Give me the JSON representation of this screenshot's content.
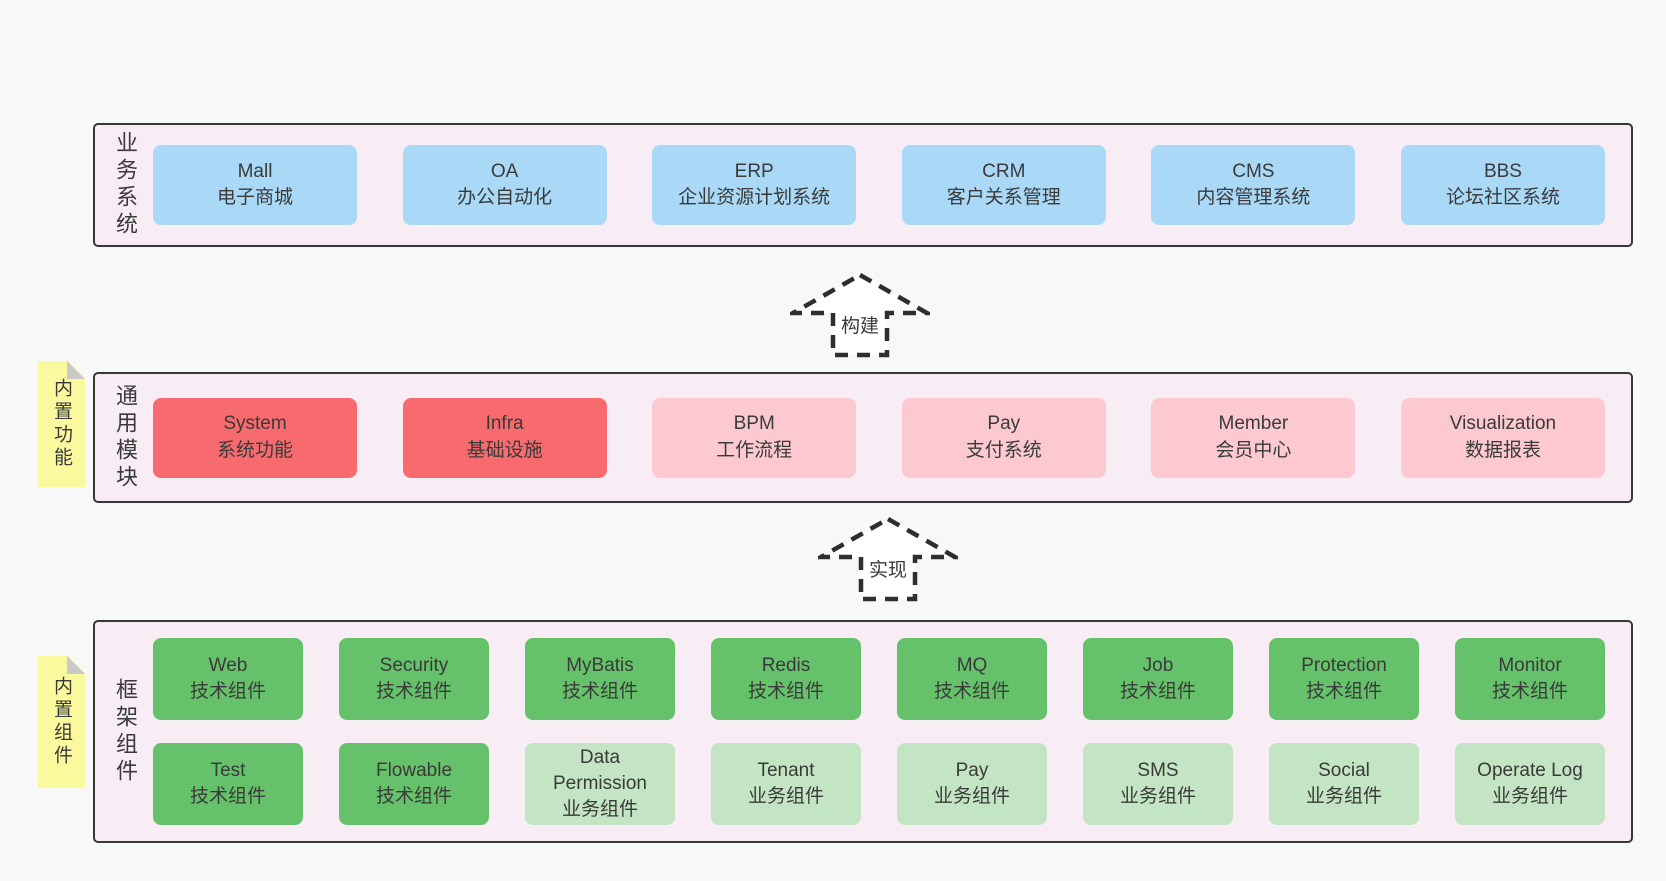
{
  "colors": {
    "canvas_bg": "#f8f8f8",
    "panel_bg": "#f8ecf5",
    "panel_border": "#383838",
    "box_blue": "#a9d9f7",
    "box_red": "#f76b6f",
    "box_pink": "#fdc9d1",
    "box_green": "#66c26a",
    "box_green_light": "#c3e5c3",
    "note_yellow": "#fbf99d",
    "note_fold": "#c9c9c9",
    "text": "#3a3a3a",
    "arrow": "#2e2e2e"
  },
  "layers": {
    "business": {
      "label": "业务系统",
      "boxes": [
        {
          "en": "Mall",
          "zh": "电子商城"
        },
        {
          "en": "OA",
          "zh": "办公自动化"
        },
        {
          "en": "ERP",
          "zh": "企业资源计划系统"
        },
        {
          "en": "CRM",
          "zh": "客户关系管理"
        },
        {
          "en": "CMS",
          "zh": "内容管理系统"
        },
        {
          "en": "BBS",
          "zh": "论坛社区系统"
        }
      ]
    },
    "common": {
      "label": "通用模块",
      "note": "内置功能",
      "boxes": [
        {
          "en": "System",
          "zh": "系统功能"
        },
        {
          "en": "Infra",
          "zh": "基础设施"
        },
        {
          "en": "BPM",
          "zh": "工作流程"
        },
        {
          "en": "Pay",
          "zh": "支付系统"
        },
        {
          "en": "Member",
          "zh": "会员中心"
        },
        {
          "en": "Visualization",
          "zh": "数据报表"
        }
      ]
    },
    "framework": {
      "label": "框架组件",
      "note": "内置组件",
      "boxes": [
        {
          "en": "Web",
          "zh": "技术组件"
        },
        {
          "en": "Security",
          "zh": "技术组件"
        },
        {
          "en": "MyBatis",
          "zh": "技术组件"
        },
        {
          "en": "Redis",
          "zh": "技术组件"
        },
        {
          "en": "MQ",
          "zh": "技术组件"
        },
        {
          "en": "Job",
          "zh": "技术组件"
        },
        {
          "en": "Protection",
          "zh": "技术组件"
        },
        {
          "en": "Monitor",
          "zh": "技术组件"
        },
        {
          "en": "Test",
          "zh": "技术组件"
        },
        {
          "en": "Flowable",
          "zh": "技术组件"
        },
        {
          "en": "Data Permission",
          "zh": "业务组件"
        },
        {
          "en": "Tenant",
          "zh": "业务组件"
        },
        {
          "en": "Pay",
          "zh": "业务组件"
        },
        {
          "en": "SMS",
          "zh": "业务组件"
        },
        {
          "en": "Social",
          "zh": "业务组件"
        },
        {
          "en": "Operate Log",
          "zh": "业务组件"
        }
      ]
    }
  },
  "arrows": [
    {
      "label": "构建"
    },
    {
      "label": "实现"
    }
  ]
}
